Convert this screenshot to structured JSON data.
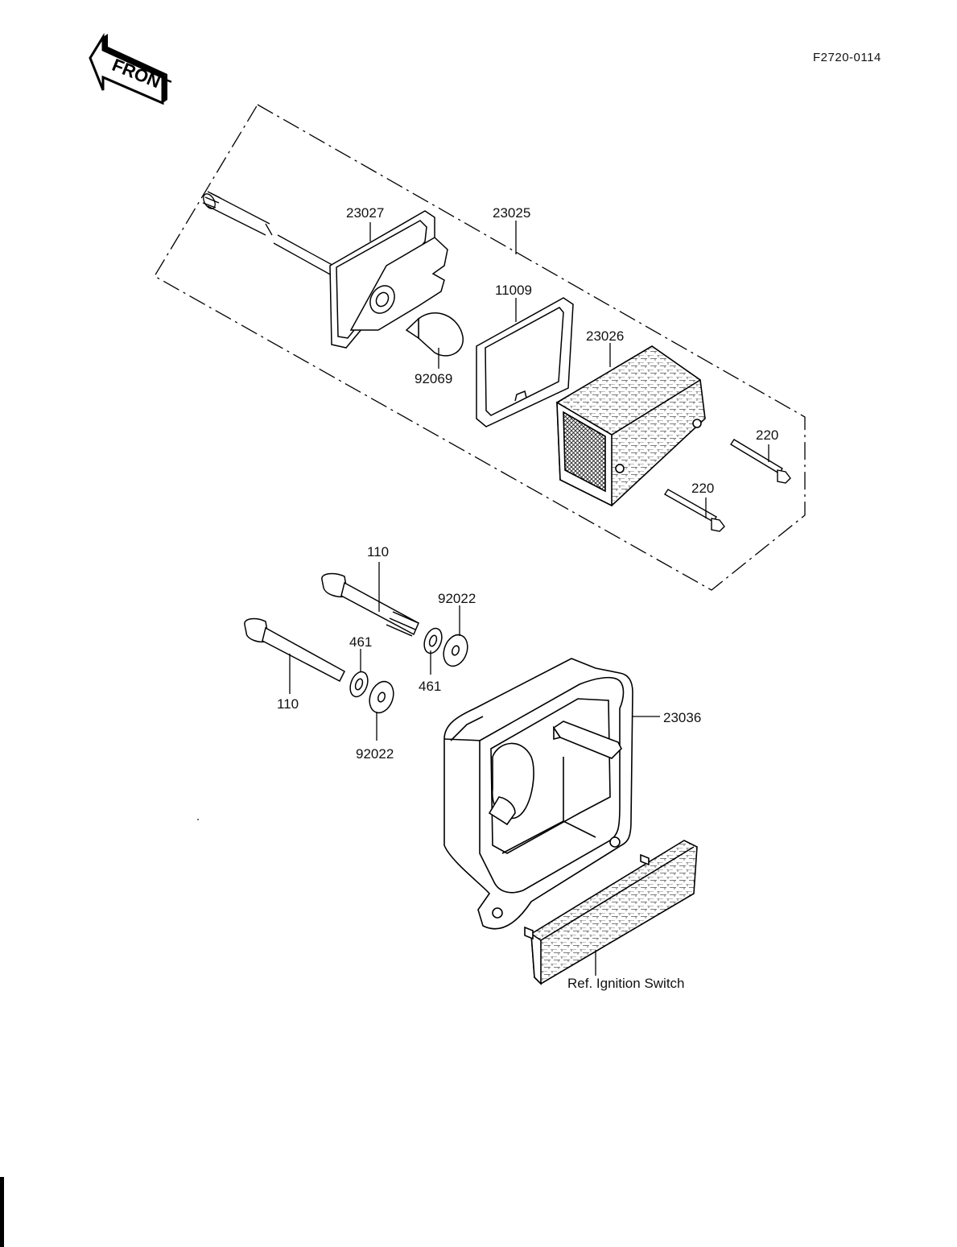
{
  "diagram": {
    "figure_code": "F2720-0114",
    "front_label": "FRONT",
    "callouts": {
      "p23027": "23027",
      "p23025": "23025",
      "p11009": "11009",
      "p92069": "92069",
      "p23026": "23026",
      "p220a": "220",
      "p220b": "220",
      "p110a": "110",
      "p110b": "110",
      "p92022a": "92022",
      "p92022b": "92022",
      "p461a": "461",
      "p461b": "461",
      "p23036": "23036",
      "ref_note": "Ref. Ignition Switch"
    }
  }
}
